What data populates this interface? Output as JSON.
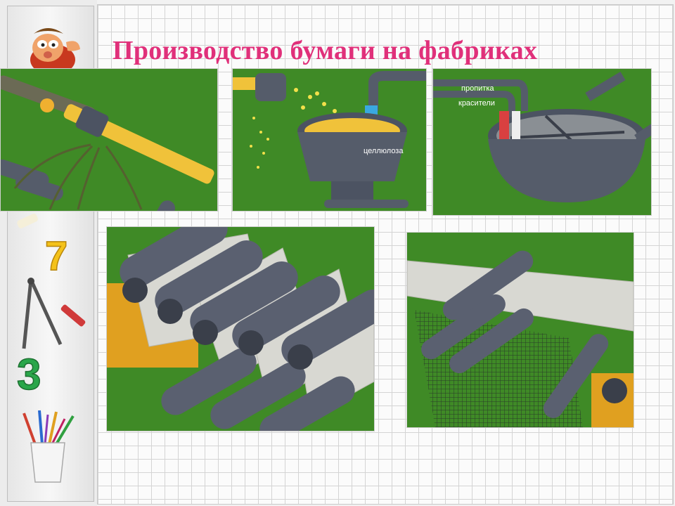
{
  "slide": {
    "title": "Производство бумаги на фабриках"
  },
  "panels": {
    "cellulose_label": "целлюлоза",
    "impregnation_label": "пропитка",
    "dyes_label": "красители"
  },
  "sidebar": {
    "digit_seven": "7",
    "digit_three": "3"
  },
  "colors": {
    "title": "#e0307a",
    "grass": "#3f8a26",
    "roller": "#5a6070",
    "pulp": "#f0c23a",
    "paper": "#d8d8d2"
  }
}
